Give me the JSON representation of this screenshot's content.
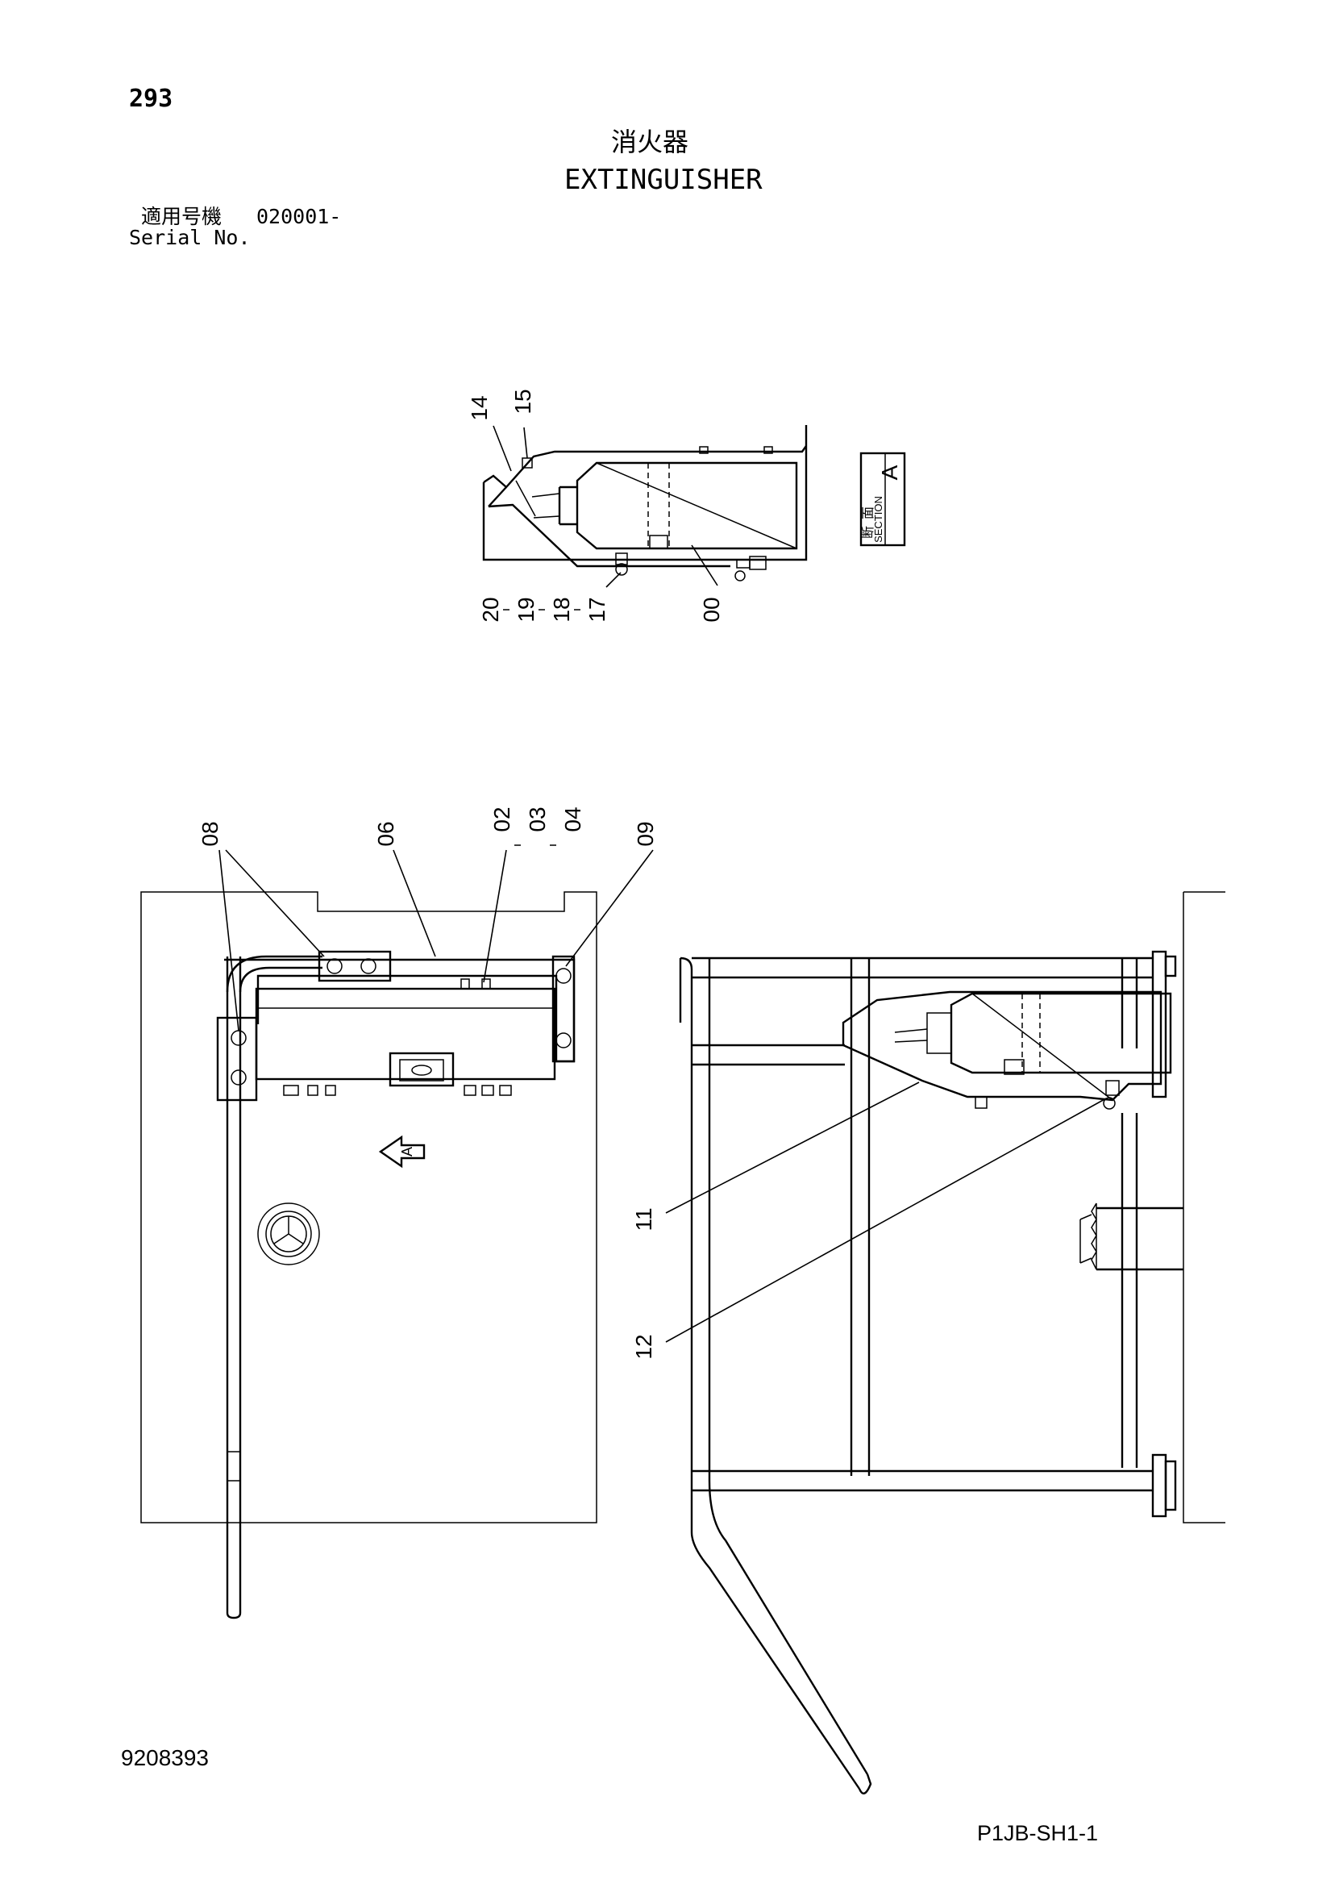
{
  "header": {
    "page_number": "293",
    "title_jp": "消火器",
    "title_en": "EXTINGUISHER",
    "serial_label_jp": "適用号機",
    "serial_value": "020001-",
    "serial_label_en": "Serial No."
  },
  "section_marker": {
    "kanji_1": "断",
    "kanji_2": "面",
    "section_word": "SECTION",
    "letter": "A"
  },
  "view_marker_letter": "A",
  "callouts": {
    "c00": "00",
    "c02": "02",
    "c03": "03",
    "c04": "04",
    "c06": "06",
    "c08": "08",
    "c09": "09",
    "c11": "11",
    "c12": "12",
    "c14": "14",
    "c15": "15",
    "c17": "17",
    "c18": "18",
    "c19": "19",
    "c20": "20"
  },
  "footer": {
    "drawing_number": "9208393",
    "sheet_code": "P1JB-SH1-1"
  }
}
